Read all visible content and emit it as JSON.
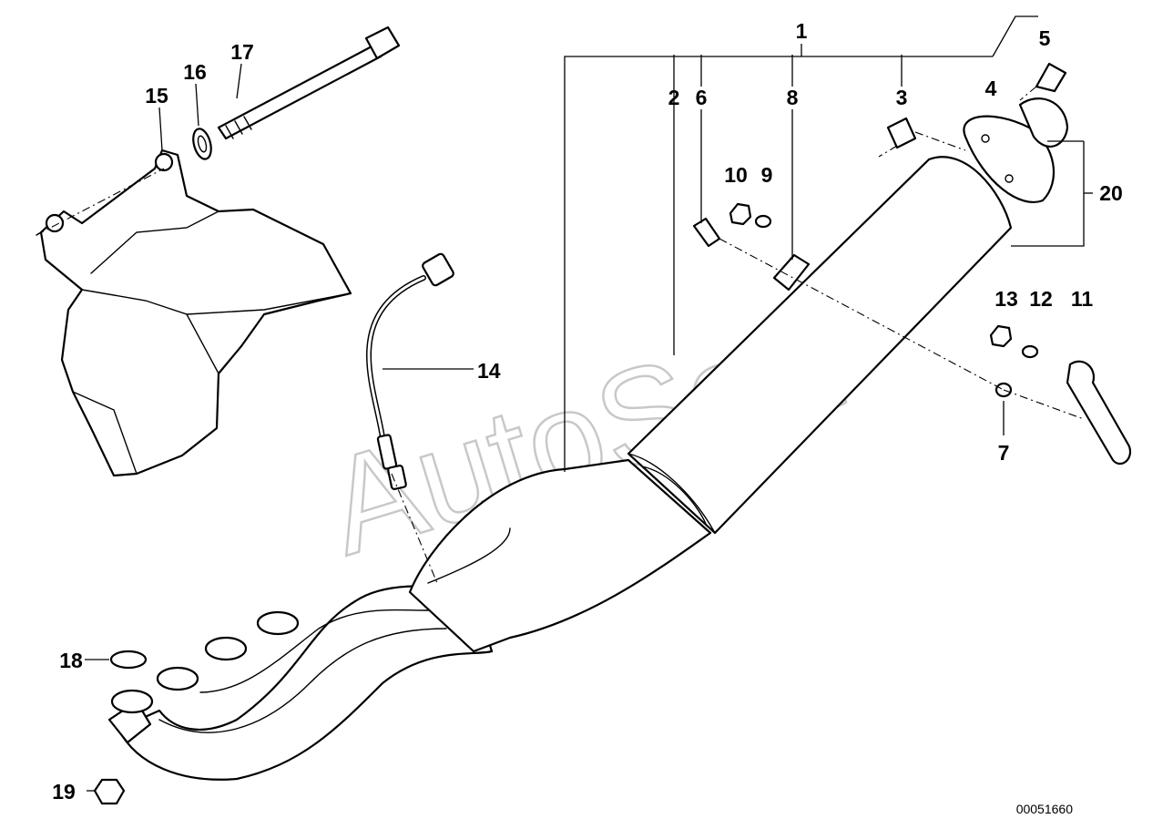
{
  "diagram": {
    "watermark": "AutoSoft",
    "doc_number": "00051660",
    "callouts": {
      "c1": "1",
      "c2": "2",
      "c3": "3",
      "c4": "4",
      "c5": "5",
      "c6": "6",
      "c7": "7",
      "c8": "8",
      "c9": "9",
      "c10": "10",
      "c11": "11",
      "c12": "12",
      "c13": "13",
      "c14": "14",
      "c15": "15",
      "c16": "16",
      "c17": "17",
      "c18": "18",
      "c19": "19",
      "c20": "20"
    }
  }
}
